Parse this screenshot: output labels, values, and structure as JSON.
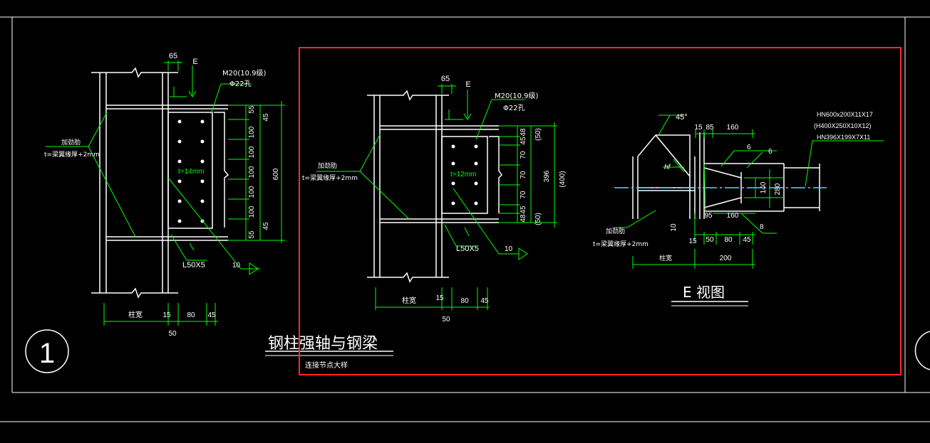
{
  "colors": {
    "background": "#000000",
    "line": "#ffffff",
    "dim": "#00ff00",
    "highlight": "#ff2a2a",
    "cyan": "#40e0ff"
  },
  "left_detail": {
    "top_dim": "65",
    "section_mark": "E",
    "bolt_label": "M20(10.9级)",
    "hole_label": "Φ22孔",
    "stiffener_label_1": "加劲肋",
    "stiffener_label_2": "t=梁翼缘厚+2mm",
    "plate_thickness": "t=14mm",
    "angle_label": "L50X5",
    "weld_size": "10",
    "right_dims_a": [
      "55",
      "100",
      "100",
      "100",
      "100",
      "100",
      "55"
    ],
    "right_dims_b": [
      "45",
      "45"
    ],
    "total_dim": "600",
    "bottom_dims": [
      "柱宽",
      "15",
      "80",
      "45"
    ],
    "bottom_sub_dim": "50",
    "callout_number": "1",
    "title_main": "钢柱强轴与钢梁",
    "title_sub": "连接节点大样"
  },
  "middle_detail": {
    "top_dim": "65",
    "section_mark": "E",
    "bolt_label": "M20(10.9级)",
    "hole_label": "Φ22孔",
    "stiffener_label_1": "加劲肋",
    "stiffener_label_2": "t=梁翼缘厚+2mm",
    "plate_thickness": "t=12mm",
    "angle_label": "L50X5",
    "weld_size": "10",
    "right_dims": [
      "48",
      "45",
      "70",
      "70",
      "70",
      "45",
      "48"
    ],
    "paren_dims": [
      "(50)",
      "(50)"
    ],
    "total_dim": "396",
    "total_dim_alt": "(400)",
    "bottom_dims": [
      "柱宽",
      "15",
      "80",
      "45"
    ],
    "bottom_sub_dim": "50"
  },
  "e_view": {
    "angle": "45°",
    "weld_hf": "hf",
    "dims_top": [
      "15",
      "85",
      "160"
    ],
    "weld_6a": "6",
    "weld_6b": "6",
    "section_1": "HN600x200X11X17",
    "section_2": "(H400X250X10X12)",
    "section_3": "HN396X199X7X11",
    "dim_140": "140",
    "dim_280": "280",
    "dim_95": "95",
    "dim_160b": "160",
    "weld_8": "8",
    "weld_10": "10",
    "bottom_dims": [
      "15",
      "50",
      "80",
      "45"
    ],
    "total_dim": "200",
    "stiffener_label_1": "加劲肋",
    "stiffener_label_2": "t=梁翼缘厚+2mm",
    "col_width": "柱宽",
    "view_title": "E 视图"
  }
}
